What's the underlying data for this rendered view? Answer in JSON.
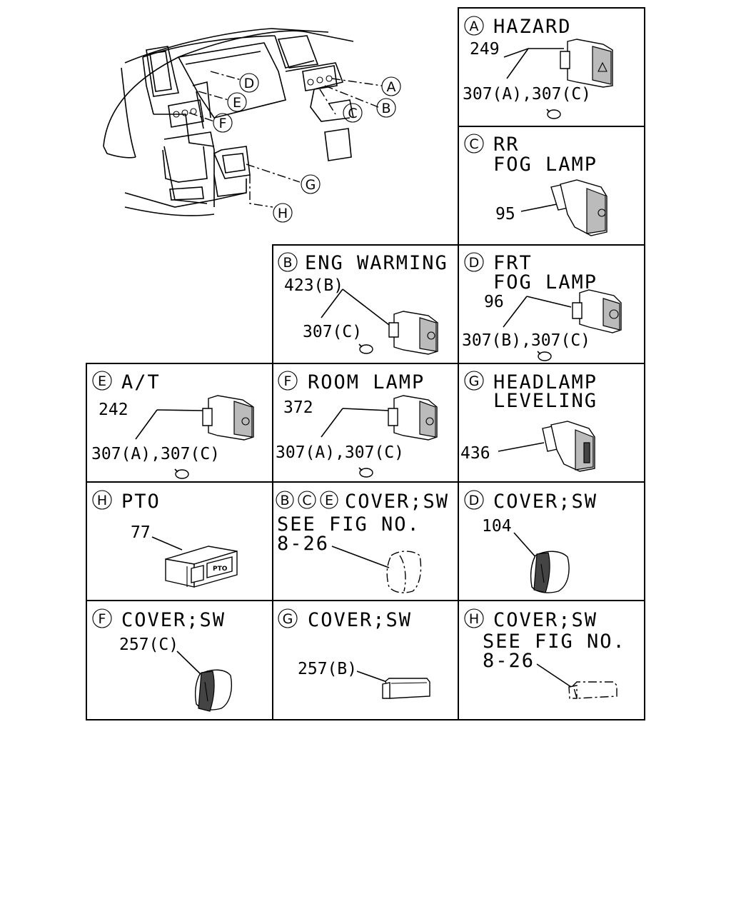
{
  "overview": {
    "callouts": [
      "A",
      "B",
      "C",
      "D",
      "E",
      "F",
      "G",
      "H"
    ]
  },
  "cells": {
    "a": {
      "letter": "A",
      "title": "HAZARD",
      "parts": [
        "249",
        "307(A),307(C)"
      ]
    },
    "c": {
      "letter": "C",
      "title_lines": [
        "RR",
        "FOG LAMP"
      ],
      "parts": [
        "95"
      ]
    },
    "b": {
      "letter": "B",
      "title": "ENG WARMING",
      "parts": [
        "423(B)",
        "307(C)"
      ]
    },
    "d": {
      "letter": "D",
      "title_lines": [
        "FRT",
        "FOG LAMP"
      ],
      "parts": [
        "96",
        "307(B),307(C)"
      ]
    },
    "e": {
      "letter": "E",
      "title": "A/T",
      "parts": [
        "242",
        "307(A),307(C)"
      ]
    },
    "f": {
      "letter": "F",
      "title": "ROOM LAMP",
      "parts": [
        "372",
        "307(A),307(C)"
      ]
    },
    "g": {
      "letter": "G",
      "title_lines": [
        "HEADLAMP",
        "LEVELING"
      ],
      "parts": [
        "436"
      ]
    },
    "h": {
      "letter": "H",
      "title": "PTO",
      "parts": [
        "77"
      ],
      "switch_text": "PTO"
    },
    "bce": {
      "letters": [
        "B",
        "C",
        "E"
      ],
      "title": "COVER;SW",
      "note_lines": [
        "SEE FIG NO.",
        "8-26"
      ]
    },
    "d2": {
      "letter": "D",
      "title": "COVER;SW",
      "parts": [
        "104"
      ]
    },
    "f2": {
      "letter": "F",
      "title": "COVER;SW",
      "parts": [
        "257(C)"
      ]
    },
    "g2": {
      "letter": "G",
      "title": "COVER;SW",
      "parts": [
        "257(B)"
      ]
    },
    "h2": {
      "letter": "H",
      "title": "COVER;SW",
      "note_lines": [
        "SEE FIG NO.",
        "8-26"
      ]
    }
  }
}
